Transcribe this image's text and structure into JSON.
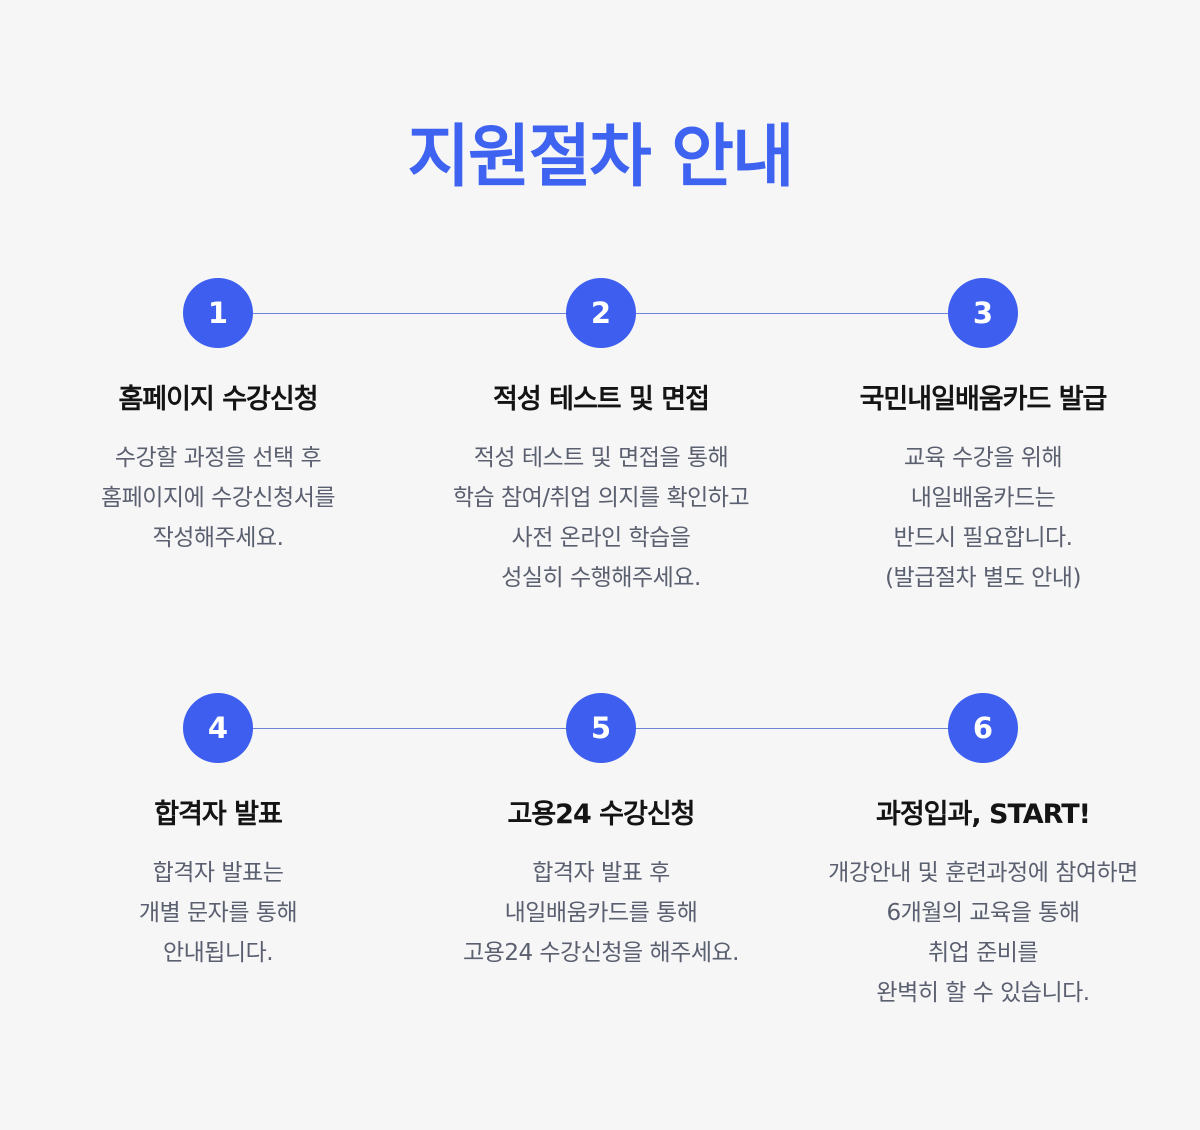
{
  "title": "지원절차 안내",
  "steps": [
    {
      "number": "1",
      "heading": "홈페이지 수강신청",
      "lines": [
        "수강할 과정을 선택 후",
        "홈페이지에 수강신청서를",
        "작성해주세요."
      ]
    },
    {
      "number": "2",
      "heading": "적성 테스트 및 면접",
      "lines": [
        "적성 테스트 및 면접을 통해",
        "학습 참여/취업 의지를 확인하고",
        "사전 온라인 학습을",
        "성실히 수행해주세요."
      ]
    },
    {
      "number": "3",
      "heading": "국민내일배움카드 발급",
      "lines": [
        "교육 수강을 위해",
        "내일배움카드는",
        "반드시 필요합니다.",
        "(발급절차 별도 안내)"
      ]
    },
    {
      "number": "4",
      "heading": "합격자 발표",
      "lines": [
        "합격자 발표는",
        "개별 문자를 통해",
        "안내됩니다."
      ]
    },
    {
      "number": "5",
      "heading": "고용24 수강신청",
      "lines": [
        "합격자 발표 후",
        "내일배움카드를 통해",
        "고용24 수강신청을 해주세요."
      ]
    },
    {
      "number": "6",
      "heading": "과정입과, START!",
      "lines": [
        "개강안내 및 훈련과정에 참여하면",
        "6개월의 교육을 통해",
        "취업 준비를",
        "완벽히 할 수 있습니다."
      ]
    }
  ]
}
